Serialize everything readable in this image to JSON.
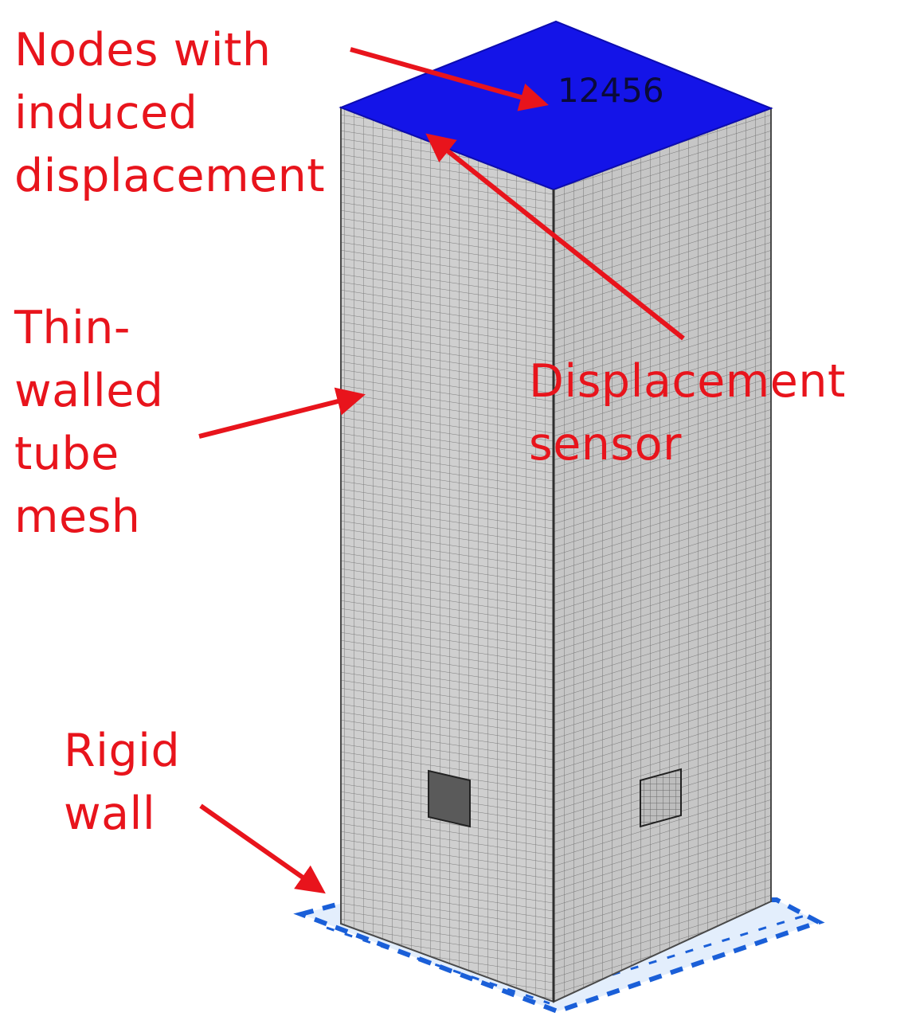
{
  "annotations": {
    "nodes_with_induced_displacement": "Nodes with\ninduced\ndisplacement",
    "thin_walled_tube_mesh": "Thin-\nwalled\ntube\nmesh",
    "rigid_wall": "Rigid\nwall",
    "displacement_sensor": "Displacement\nsensor"
  },
  "node_set_label": "12456",
  "colors": {
    "annotation": "#e8141c",
    "top_face": "#1414e8",
    "tube_face": "#c9c9c9",
    "mesh_line": "#7a7a7a",
    "rigid_wall": "#1a5fd8",
    "rigid_wall_fill": "#d6e6fb",
    "sensor": "#5a5a5a"
  }
}
